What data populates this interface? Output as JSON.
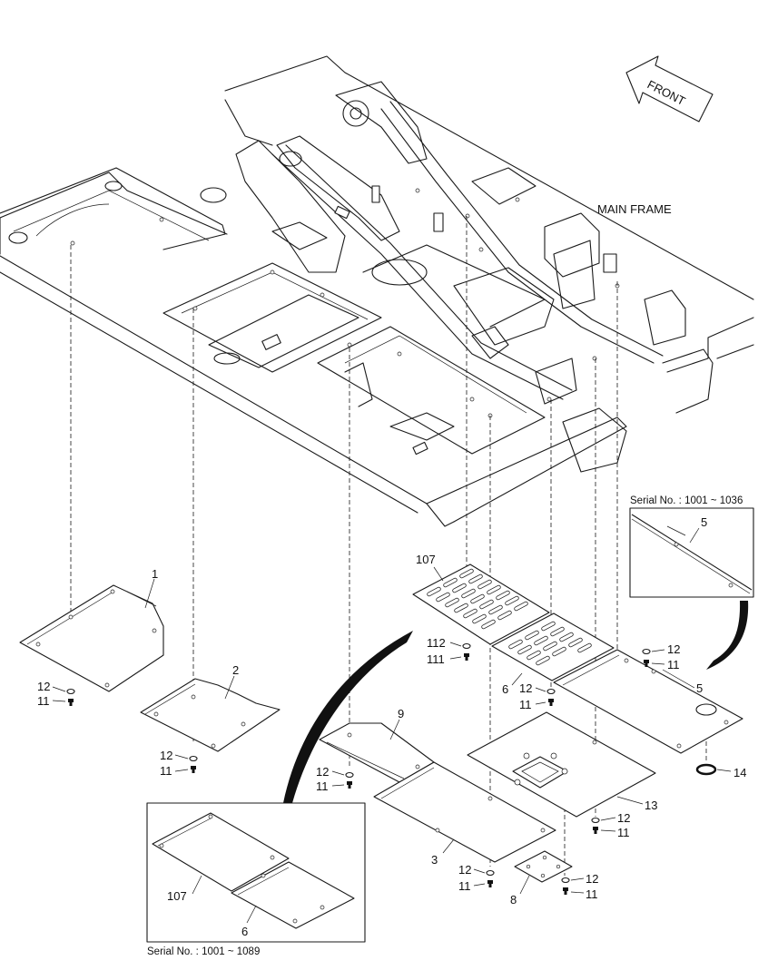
{
  "direction_label": "FRONT",
  "main_label": "MAIN FRAME",
  "insets": {
    "top_right": {
      "serial": "Serial No. : 1001 ~ 1036",
      "part": "5"
    },
    "bottom_left": {
      "serial": "Serial No. : 1001 ~ 1089",
      "parts": [
        "107",
        "6"
      ]
    }
  },
  "callouts": {
    "p1": "1",
    "p2": "2",
    "p3": "3",
    "p5": "5",
    "p6": "6",
    "p8": "8",
    "p9": "9",
    "p13": "13",
    "p14": "14",
    "p107": "107",
    "p111": "111",
    "p112": "112"
  },
  "hardware": {
    "washer": "12",
    "bolt": "11"
  },
  "colors": {
    "line": "#1a1a1a",
    "background": "#ffffff"
  }
}
